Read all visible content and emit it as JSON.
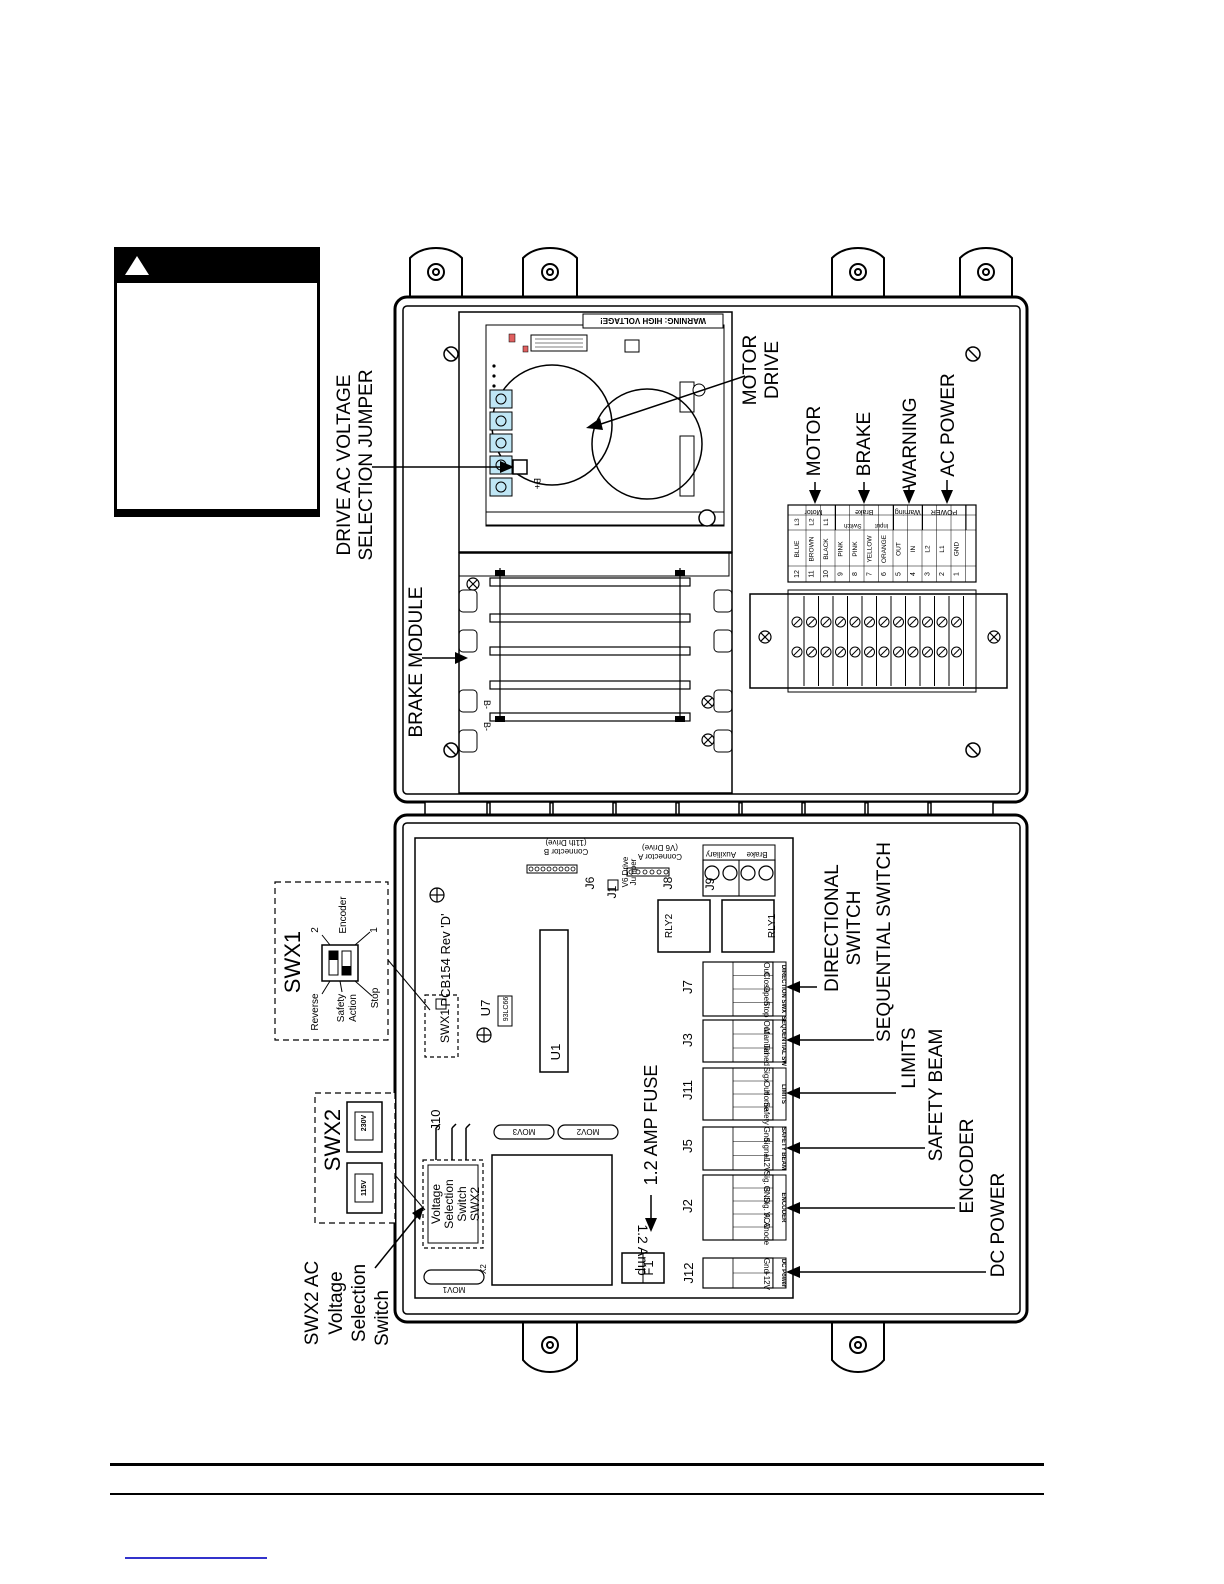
{
  "labels": {
    "drive_ac_voltage": [
      "DRIVE AC VOLTAGE",
      "SELECTION JUMPER"
    ],
    "brake_module": "BRAKE MODULE",
    "motor_drive": [
      "MOTOR",
      "DRIVE"
    ],
    "motor": "MOTOR",
    "brake": "BRAKE",
    "warning": "WARNING",
    "ac_power": "AC POWER",
    "drive_warning": "WARNING:  HIGH VOLTAGE!",
    "swx1": "SWX1",
    "swx2": "SWX2",
    "swx2_ac": [
      "SWX2 AC",
      "Voltage",
      "Selection",
      "Switch"
    ],
    "encoder_sw": "Encoder",
    "reverse": "Reverse",
    "safety_action": [
      "Safety",
      "Action"
    ],
    "stop": "Stop",
    "sw_num_1": "1",
    "sw_num_2": "2",
    "v115": "115V",
    "v230": "230V",
    "pcb": "PCB154 Rev 'D'",
    "u7": "U7",
    "u7_chip": "93LC66",
    "u1": "U1",
    "j10": "J10",
    "mov3": "MOV3",
    "mov2": "MOV2",
    "mov1": "MOV1",
    "x2": "X2",
    "swx1_box": "SWX1",
    "vss": [
      "Voltage",
      "Selection",
      "Switch",
      "SWX2"
    ],
    "fuse": "1.2 AMP FUSE",
    "f1": "F1",
    "amp": "1.2 Amp",
    "j12": "J12",
    "j2": "J2",
    "j5": "J5",
    "j11": "J11",
    "j3": "J3",
    "j7": "J7",
    "j6": "J6",
    "j8": "J8",
    "j9": "J9",
    "j1": "J1",
    "rly1": "RLY1",
    "rly2": "RLY2",
    "conn_b": [
      "Connector B",
      "(11th Drive)"
    ],
    "conn_a": [
      "Connector A",
      "(V6 Drive)"
    ],
    "v6_jumper": [
      "V6 Drive",
      "Jumper"
    ],
    "aux": "Auxiliary",
    "brake_small": "Brake",
    "directional": [
      "DIRECTIONAL",
      "SWITCH"
    ],
    "sequential": "SEQUENTIAL SWITCH",
    "limits": "LIMITS",
    "safety_beam": "SAFETY BEAM",
    "encoder": "ENCODER",
    "dc_power": "DC POWER",
    "b_plus": "B+",
    "b_minus": "B-",
    "b_minus2": "B-"
  },
  "terminal_rows": [
    {
      "num": "12",
      "wire": "BLUE",
      "term": "L3"
    },
    {
      "num": "11",
      "wire": "BROWN",
      "term": "L2"
    },
    {
      "num": "10",
      "wire": "BLACK",
      "term": "L1"
    },
    {
      "num": "9",
      "wire": "PINK",
      "term": ""
    },
    {
      "num": "8",
      "wire": "PINK",
      "term": ""
    },
    {
      "num": "7",
      "wire": "YELLOW",
      "term": ""
    },
    {
      "num": "6",
      "wire": "ORANGE",
      "term": ""
    },
    {
      "num": "5",
      "wire": "OUT",
      "term": ""
    },
    {
      "num": "4",
      "wire": "IN",
      "term": ""
    },
    {
      "num": "3",
      "wire": "L2",
      "term": ""
    },
    {
      "num": "2",
      "wire": "L1",
      "term": ""
    },
    {
      "num": "1",
      "wire": "GND",
      "term": ""
    }
  ],
  "terminal_groups": [
    {
      "name": "Motor"
    },
    {
      "name": "Brake"
    },
    {
      "name": "Warning"
    },
    {
      "name": "POWER"
    }
  ],
  "brake_sub": [
    "Switch",
    "Input"
  ],
  "connectors": [
    {
      "id": "dc",
      "title": "DC Power",
      "pins": [
        "+12V",
        "Gnd"
      ]
    },
    {
      "id": "enc",
      "title": "ENCODER",
      "pins": [
        "Anode",
        "VCC",
        "Sig. A",
        "GND",
        "Sig. B"
      ]
    },
    {
      "id": "sb",
      "title": "SAFETY BEAM",
      "pins": [
        "+12V",
        "Signal",
        "Gnd"
      ]
    },
    {
      "id": "lim",
      "title": "LIMITS",
      "pins": [
        "Safety",
        "Home",
        "Out",
        "Sigx"
      ]
    },
    {
      "id": "seq",
      "title": "SEQUENTIAL SW",
      "pins": [
        "Timed",
        "Manual",
        "Out"
      ]
    },
    {
      "id": "dir",
      "title": "DIRECTION SWX",
      "pins": [
        "Stop",
        "Open",
        "Close",
        "Out"
      ]
    }
  ]
}
